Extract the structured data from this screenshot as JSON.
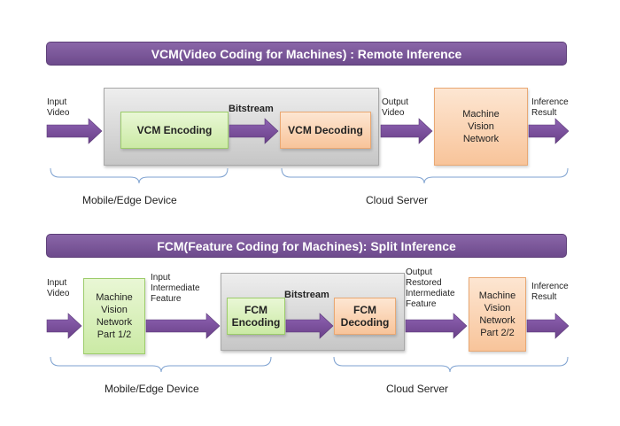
{
  "vcm": {
    "title": "VCM(Video Coding for Machines) : Remote Inference",
    "input_label": "Input\nVideo",
    "encoder": "VCM Encoding",
    "bitstream": "Bitstream",
    "decoder": "VCM Decoding",
    "output_label": "Output\nVideo",
    "mvn": "Machine\nVision\nNetwork",
    "result_label": "Inference\nResult",
    "device_caption": "Mobile/Edge Device",
    "server_caption": "Cloud Server"
  },
  "fcm": {
    "title": "FCM(Feature Coding for Machines): Split Inference",
    "input_label": "Input\nVideo",
    "mvn_part1": "Machine\nVision\nNetwork\nPart 1/2",
    "intermediate_label": "Input\nIntermediate\nFeature",
    "encoder": "FCM\nEncoding",
    "bitstream": "Bitstream",
    "decoder": "FCM\nDecoding",
    "restored_label": "Output\nRestored\nIntermediate\nFeature",
    "mvn_part2": "Machine\nVision\nNetwork\nPart 2/2",
    "result_label": "Inference\nResult",
    "device_caption": "Mobile/Edge Device",
    "server_caption": "Cloud Server"
  },
  "colors": {
    "banner": "#7b579b",
    "arrow": "#7b4f9e",
    "encoder_fill": "#d8f0b8",
    "decoder_fill": "#fbd3b2",
    "grey_box": "#d6d6d6",
    "bracket": "#7da1d0"
  }
}
